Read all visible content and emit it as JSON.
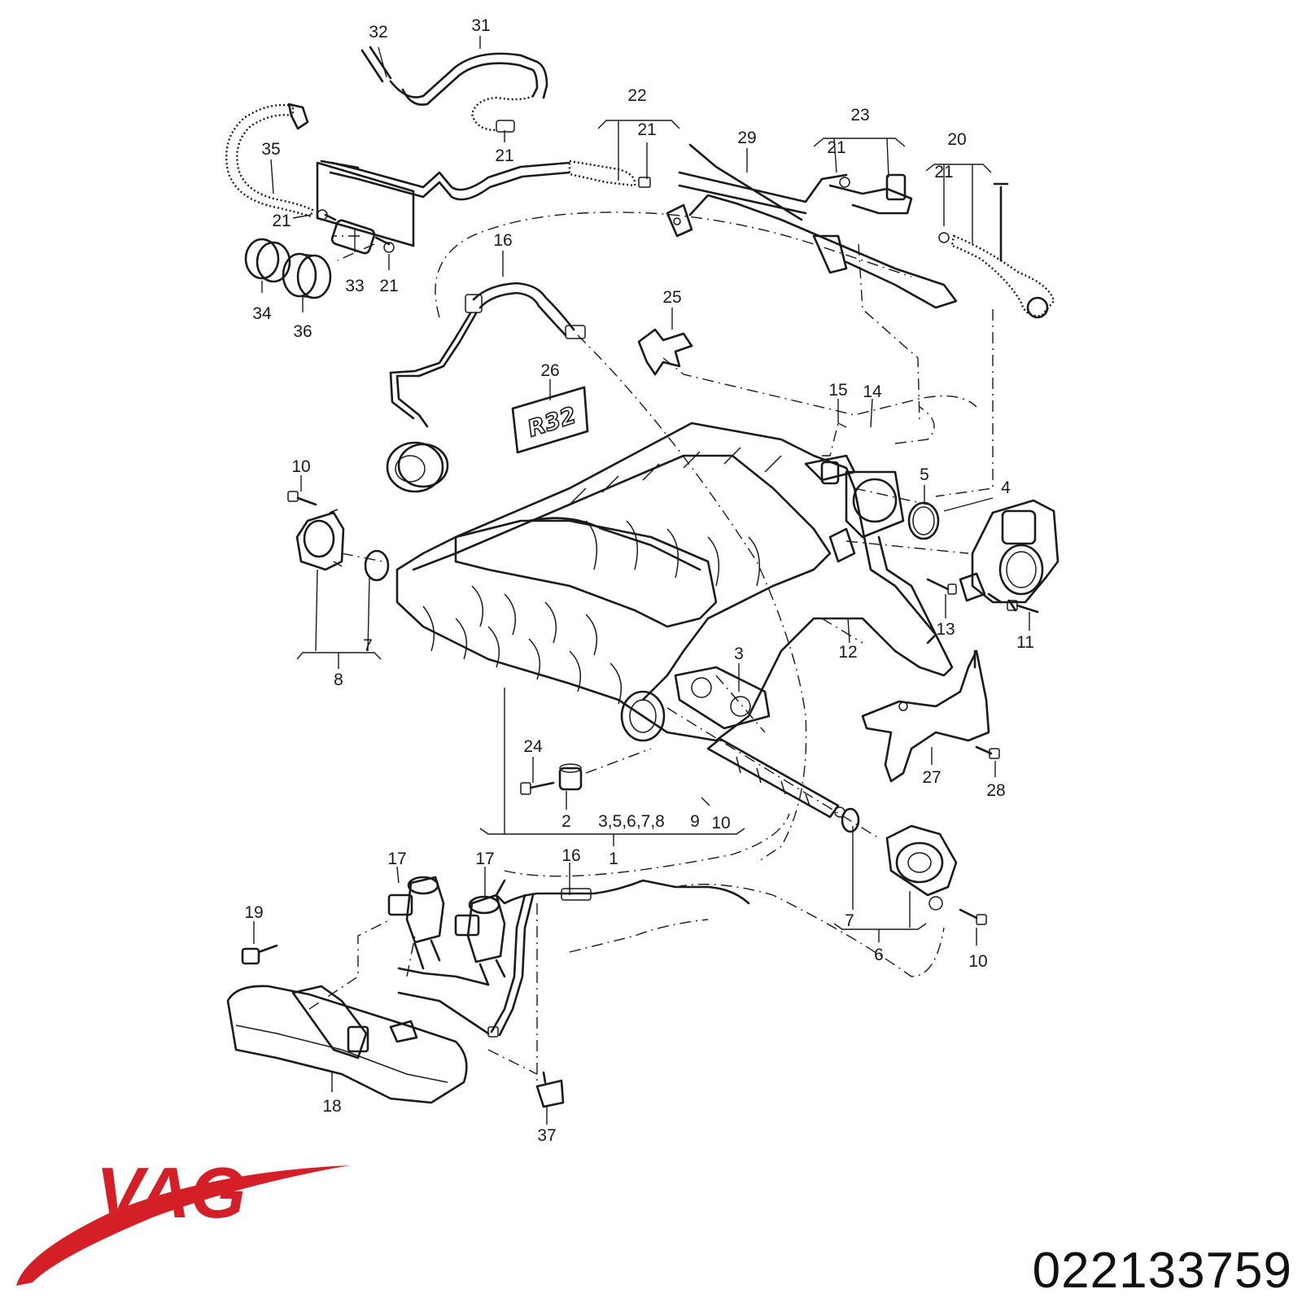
{
  "labels": [
    "32",
    "31",
    "22",
    "21",
    "21",
    "35",
    "21",
    "29",
    "23",
    "21",
    "21",
    "20",
    "21",
    "33",
    "21",
    "34",
    "36",
    "16",
    "25",
    "26",
    "15",
    "14",
    "10",
    "5",
    "4",
    "7",
    "8",
    "12",
    "13",
    "11",
    "3",
    "24",
    "27",
    "28",
    "2",
    "3,5,6,7,8",
    "9",
    "10",
    "1",
    "17",
    "17",
    "16",
    "19",
    "7",
    "6",
    "10",
    "18",
    "37"
  ],
  "emblem_text": "R32",
  "brand": {
    "name": "VAG",
    "color": "#d51f26"
  },
  "part_number": "022133759"
}
